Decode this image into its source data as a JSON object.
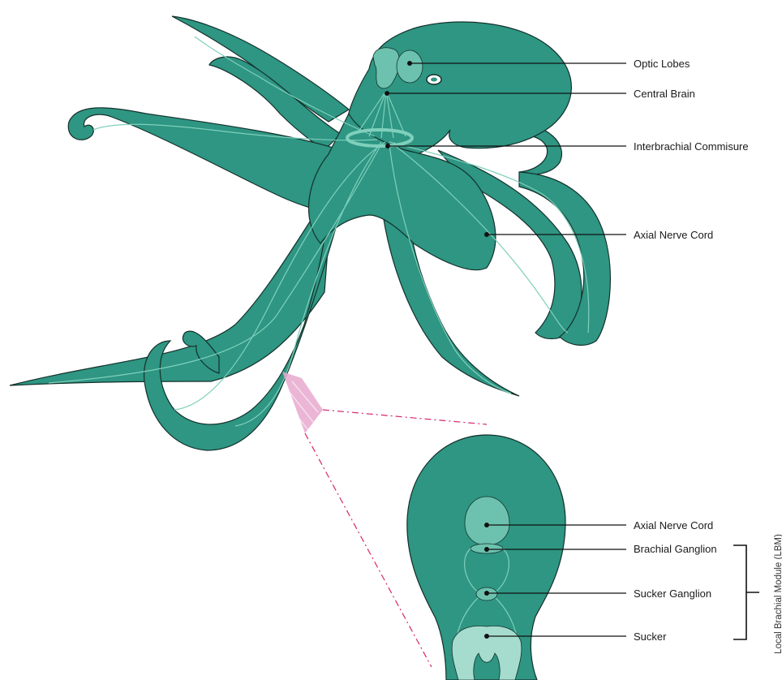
{
  "colors": {
    "body": "#2e9683",
    "outline": "#14312b",
    "nerve": "#7fd0bc",
    "nerve_fill": "#6cc2ae",
    "sucker_fill": "#a6dccd",
    "highlight": "#e7a9cf",
    "zoom_line": "#d6266e",
    "leader": "#111111"
  },
  "labels": {
    "optic_lobes": "Optic Lobes",
    "central_brain": "Central Brain",
    "interbrachial": "Interbrachial Commisure",
    "axial_nerve_cord": "Axial Nerve Cord",
    "axial_nerve_cord_2": "Axial Nerve Cord",
    "brachial_ganglion": "Brachial Ganglion",
    "sucker_ganglion": "Sucker Ganglion",
    "sucker": "Sucker"
  },
  "bracket_label": "Local Brachial Module (LBM)"
}
